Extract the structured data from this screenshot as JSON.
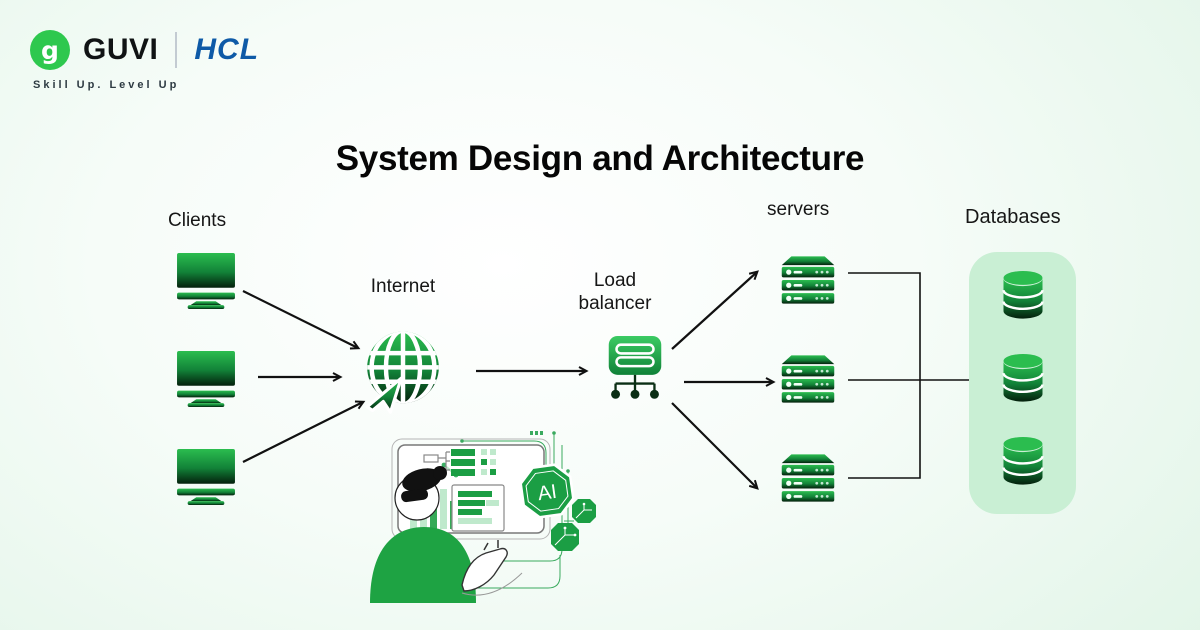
{
  "header": {
    "brand": "GUVI",
    "brand_glyph": "g",
    "partner": "HCL",
    "tagline": "Skill Up. Level Up"
  },
  "title": "System Design and Architecture",
  "diagram": {
    "clients": {
      "label": "Clients",
      "count": 3
    },
    "internet": {
      "label": "Internet"
    },
    "load_balancer": {
      "label": "Load balancer"
    },
    "servers": {
      "label": "servers",
      "count": 3
    },
    "databases": {
      "label": "Databases",
      "count": 3
    },
    "ai_badge": "AI"
  },
  "icons": [
    "guvi-logo-icon",
    "monitor-icon",
    "globe-icon",
    "load-balancer-icon",
    "server-rack-icon",
    "database-icon",
    "ai-octagon-icon",
    "circuit-chip-icon"
  ],
  "colors": {
    "accent_green": "#1ea343",
    "bright_green": "#2ec84e",
    "dark_green": "#05200d",
    "panel_light_green": "#c9efd4",
    "hcl_blue": "#0e5aa7",
    "arrow_black": "#111111",
    "background_mint": "#e2f5e8"
  }
}
